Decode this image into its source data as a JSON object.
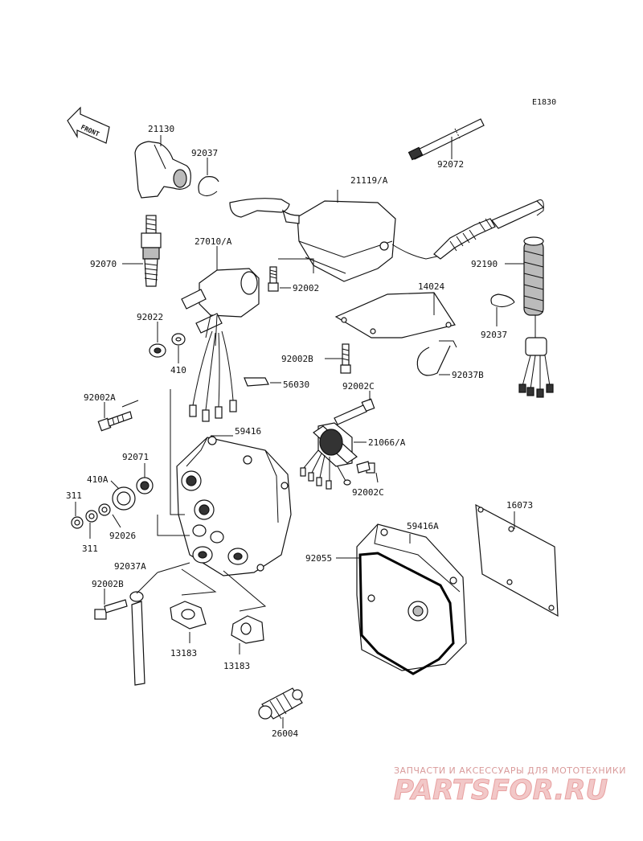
{
  "figure_id": "E1830",
  "front_label": "FRONT",
  "parts": {
    "p21130": "21130",
    "p92037_top": "92037",
    "p92072": "92072",
    "p21119A": "21119/A",
    "p27010A": "27010/A",
    "p92070": "92070",
    "p92002": "92002",
    "p14024": "14024",
    "p92190": "92190",
    "p92022": "92022",
    "p410": "410",
    "p92002B_mid": "92002B",
    "p92037_right": "92037",
    "p92037B": "92037B",
    "p56030": "56030",
    "p92002C_top": "92002C",
    "p92002A": "92002A",
    "p59416": "59416",
    "p21066A": "21066/A",
    "p92071": "92071",
    "p92002C_bot": "92002C",
    "p410A": "410A",
    "p311_top": "311",
    "p311_bot": "311",
    "p92026": "92026",
    "p16073": "16073",
    "p59416A": "59416A",
    "p92055": "92055",
    "p92037A": "92037A",
    "p92002B_bot": "92002B",
    "p13183_left": "13183",
    "p13183_right": "13183",
    "p26004": "26004"
  },
  "watermark": {
    "tagline": "ЗАПЧАСТИ И АКСЕССУАРЫ ДЛЯ МОТОТЕХНИКИ",
    "brand": "PARTSFOR.RU"
  }
}
